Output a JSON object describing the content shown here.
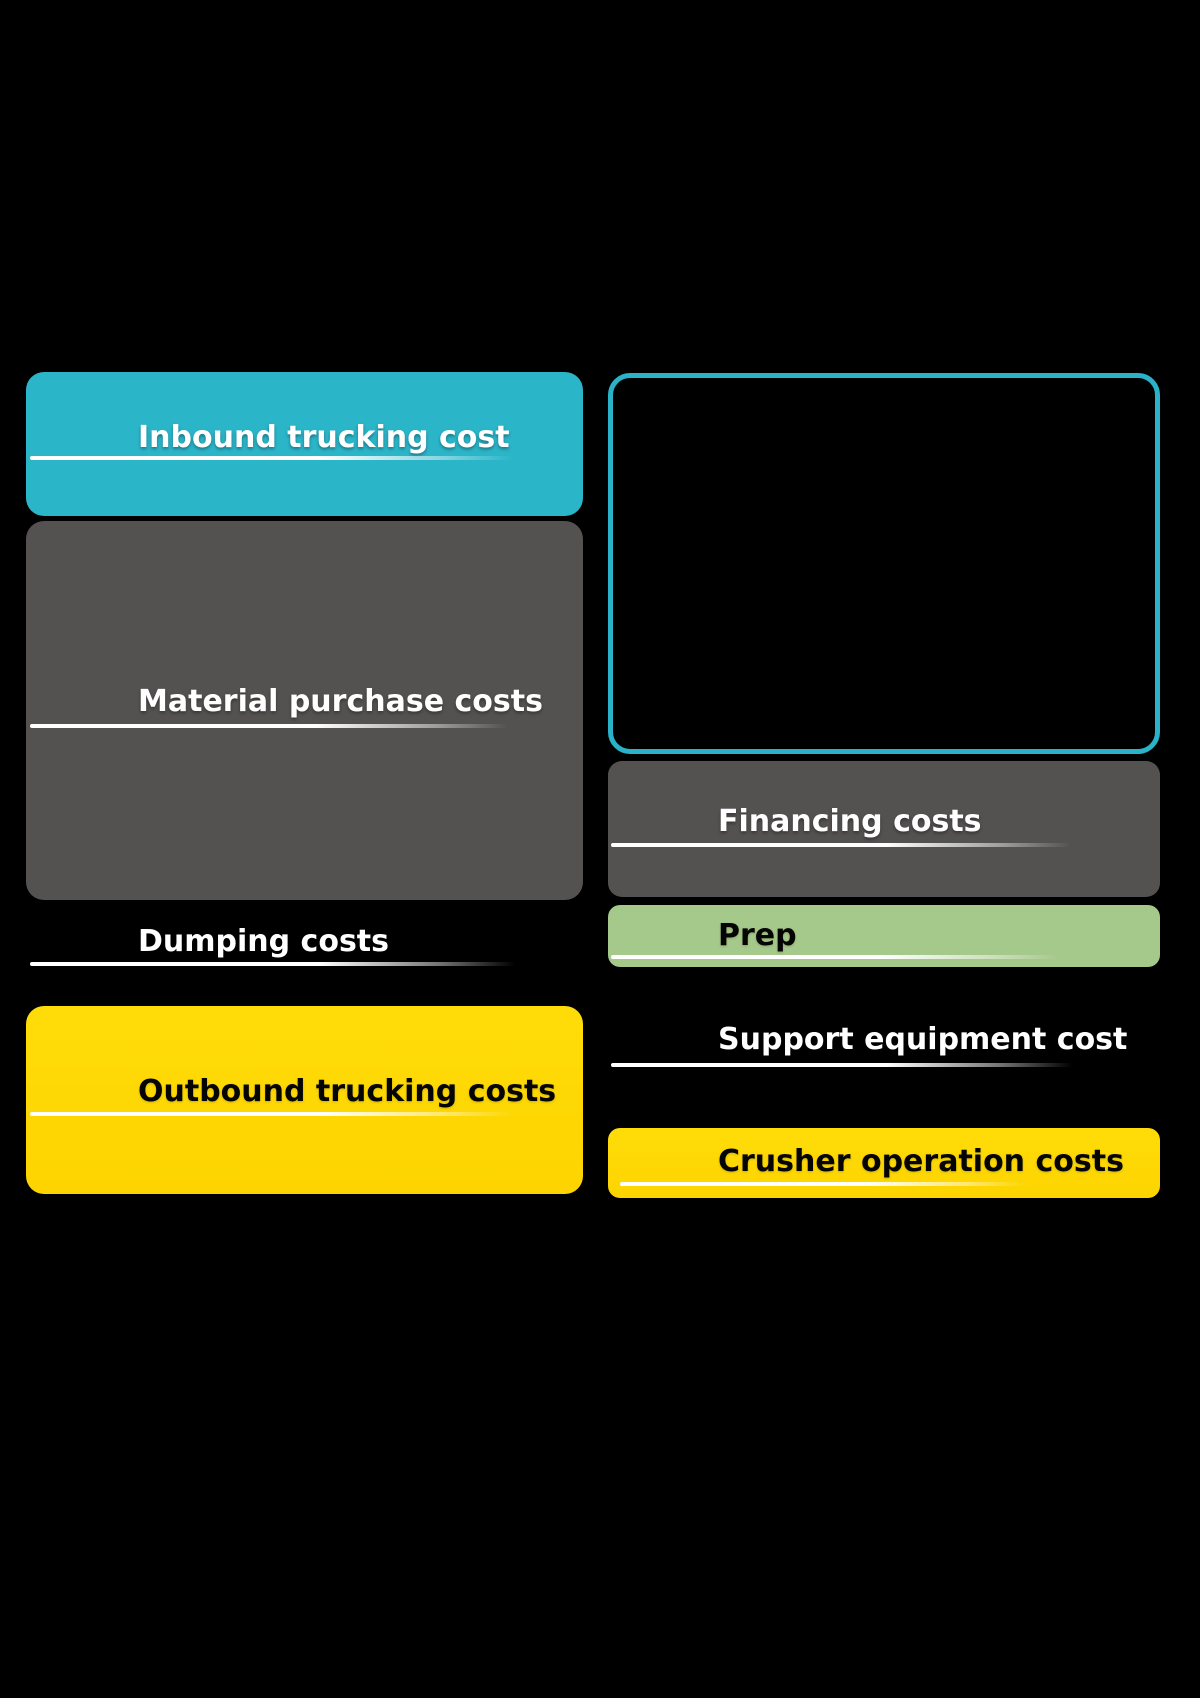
{
  "page": {
    "background": "#000000"
  },
  "colors": {
    "teal": "#2bb5c9",
    "dark_gray": "#545151",
    "yellow": "#ffd906",
    "green": "#a5c98a",
    "panel_border_cyan": "#29b2c8",
    "white_text": "#ffffff",
    "black_text": "#050505",
    "underline_white": "#ffffff"
  },
  "left_column": {
    "inbound": {
      "label": "Inbound trucking cost",
      "color": "#2bb5c9",
      "text_color": "#ffffff"
    },
    "material": {
      "label": "Material purchase costs",
      "color": "#545151",
      "text_color": "#ffffff"
    },
    "dumping": {
      "label": "Dumping costs",
      "text_color": "#ffffff"
    },
    "outbound": {
      "label": "Outbound trucking costs",
      "color": "#ffd906",
      "text_color": "#050505"
    }
  },
  "right_column": {
    "detail_panel": {
      "border_color": "#29b2c8",
      "fill": "#000000"
    },
    "financing": {
      "label": "Financing costs",
      "color": "#545151",
      "text_color": "#ffffff"
    },
    "prep": {
      "label": "Prep",
      "color": "#a5c98a",
      "text_color": "#050505"
    },
    "support": {
      "label": "Support equipment cost",
      "text_color": "#ffffff"
    },
    "crusher": {
      "label": "Crusher operation costs",
      "color": "#ffd906",
      "text_color": "#050505"
    }
  }
}
